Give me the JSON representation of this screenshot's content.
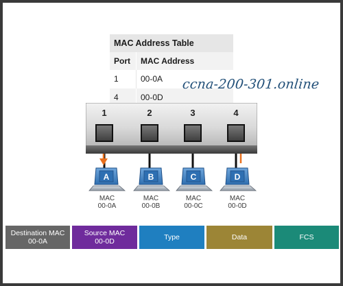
{
  "mac_table": {
    "title": "MAC Address Table",
    "headers": [
      "Port",
      "MAC Address"
    ],
    "rows": [
      {
        "port": "1",
        "mac": "00-0A"
      },
      {
        "port": "4",
        "mac": "00-0D"
      }
    ]
  },
  "watermark": "ccna-200-301.online",
  "switch": {
    "ports": [
      "1",
      "2",
      "3",
      "4"
    ]
  },
  "hosts": [
    {
      "letter": "A",
      "mac_label": "MAC",
      "mac": "00-0A"
    },
    {
      "letter": "B",
      "mac_label": "MAC",
      "mac": "00-0B"
    },
    {
      "letter": "C",
      "mac_label": "MAC",
      "mac": "00-0C"
    },
    {
      "letter": "D",
      "mac_label": "MAC",
      "mac": "00-0D"
    }
  ],
  "frame": {
    "fields": [
      {
        "line1": "Destination MAC",
        "line2": "00-0A",
        "color": "#666666"
      },
      {
        "line1": "Source MAC",
        "line2": "00-0D",
        "color": "#6f2b9c"
      },
      {
        "line1": "Type",
        "line2": "",
        "color": "#1f7fc0"
      },
      {
        "line1": "Data",
        "line2": "",
        "color": "#9c8536"
      },
      {
        "line1": "FCS",
        "line2": "",
        "color": "#1b8a78"
      }
    ]
  },
  "colors": {
    "arrow": "#e8701e",
    "pc_blue": "#3d7fc0",
    "cable": "#111111"
  }
}
